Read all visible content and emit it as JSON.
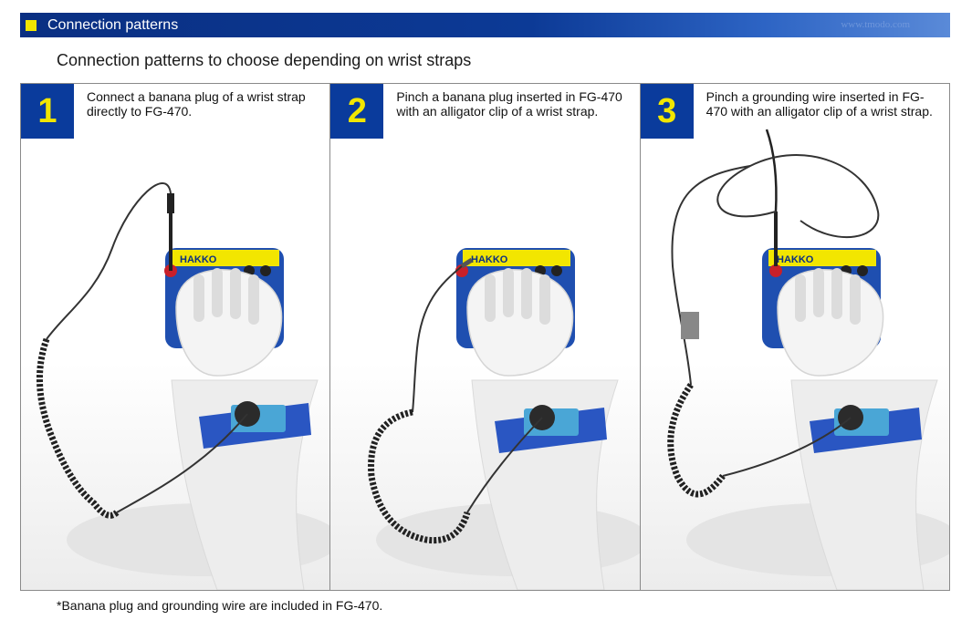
{
  "header": {
    "title": "Connection patterns",
    "watermark": "www.tmodo.com"
  },
  "subtitle": "Connection patterns to choose depending on wrist straps",
  "panels": [
    {
      "number": "1",
      "text": "Connect a banana plug of a wrist strap directly to FG-470."
    },
    {
      "number": "2",
      "text": "Pinch a banana plug inserted in FG-470 with an alligator clip of a wrist strap."
    },
    {
      "number": "3",
      "text": "Pinch a grounding wire inserted in FG-470 with an alligator clip of a wrist strap."
    }
  ],
  "device": {
    "label": "HAKKO"
  },
  "footnote": "*Banana plug and grounding wire are included in FG-470.",
  "colors": {
    "header_blue": "#0a2f82",
    "badge_blue": "#0a3b9c",
    "accent_yellow": "#f2e600",
    "device_blue": "#1f4fb0"
  }
}
